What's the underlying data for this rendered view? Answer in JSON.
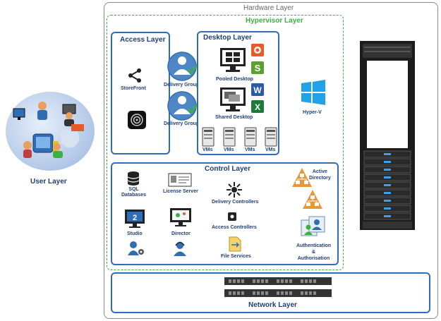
{
  "hardware": {
    "title": "Hardware Layer"
  },
  "hypervisor": {
    "title": "Hypervisor Layer",
    "hyperv_label": "Hyper-V"
  },
  "access": {
    "title": "Access Layer",
    "storefront_label": "StoreFront"
  },
  "delivery": {
    "group1_label": "Delivery Group",
    "group2_label": "Delivery Group"
  },
  "desktop": {
    "title": "Desktop Layer",
    "pooled_label": "Pooled Desktop",
    "shared_label": "Shared Desktop",
    "vms": [
      "VMs",
      "VMs",
      "VMs",
      "VMs"
    ]
  },
  "control": {
    "title": "Control Layer",
    "sql_label": "SQL\nDatabases",
    "license_label": "License Server",
    "delivery_controllers_label": "Delivery Controllers",
    "active_directory_label": "Active\nDirectory",
    "studio_label": "Studio",
    "director_label": "Director",
    "access_controllers_label": "Access Controllers",
    "file_services_label": "File Services",
    "auth_label": "Authentication\n&\nAuthorisation"
  },
  "network": {
    "title": "Network Layer"
  },
  "user": {
    "title": "User Layer"
  },
  "colors": {
    "accent_blue": "#2f6db4",
    "hypervisor_green": "#3cb043",
    "text_navy": "#1f3f77"
  }
}
